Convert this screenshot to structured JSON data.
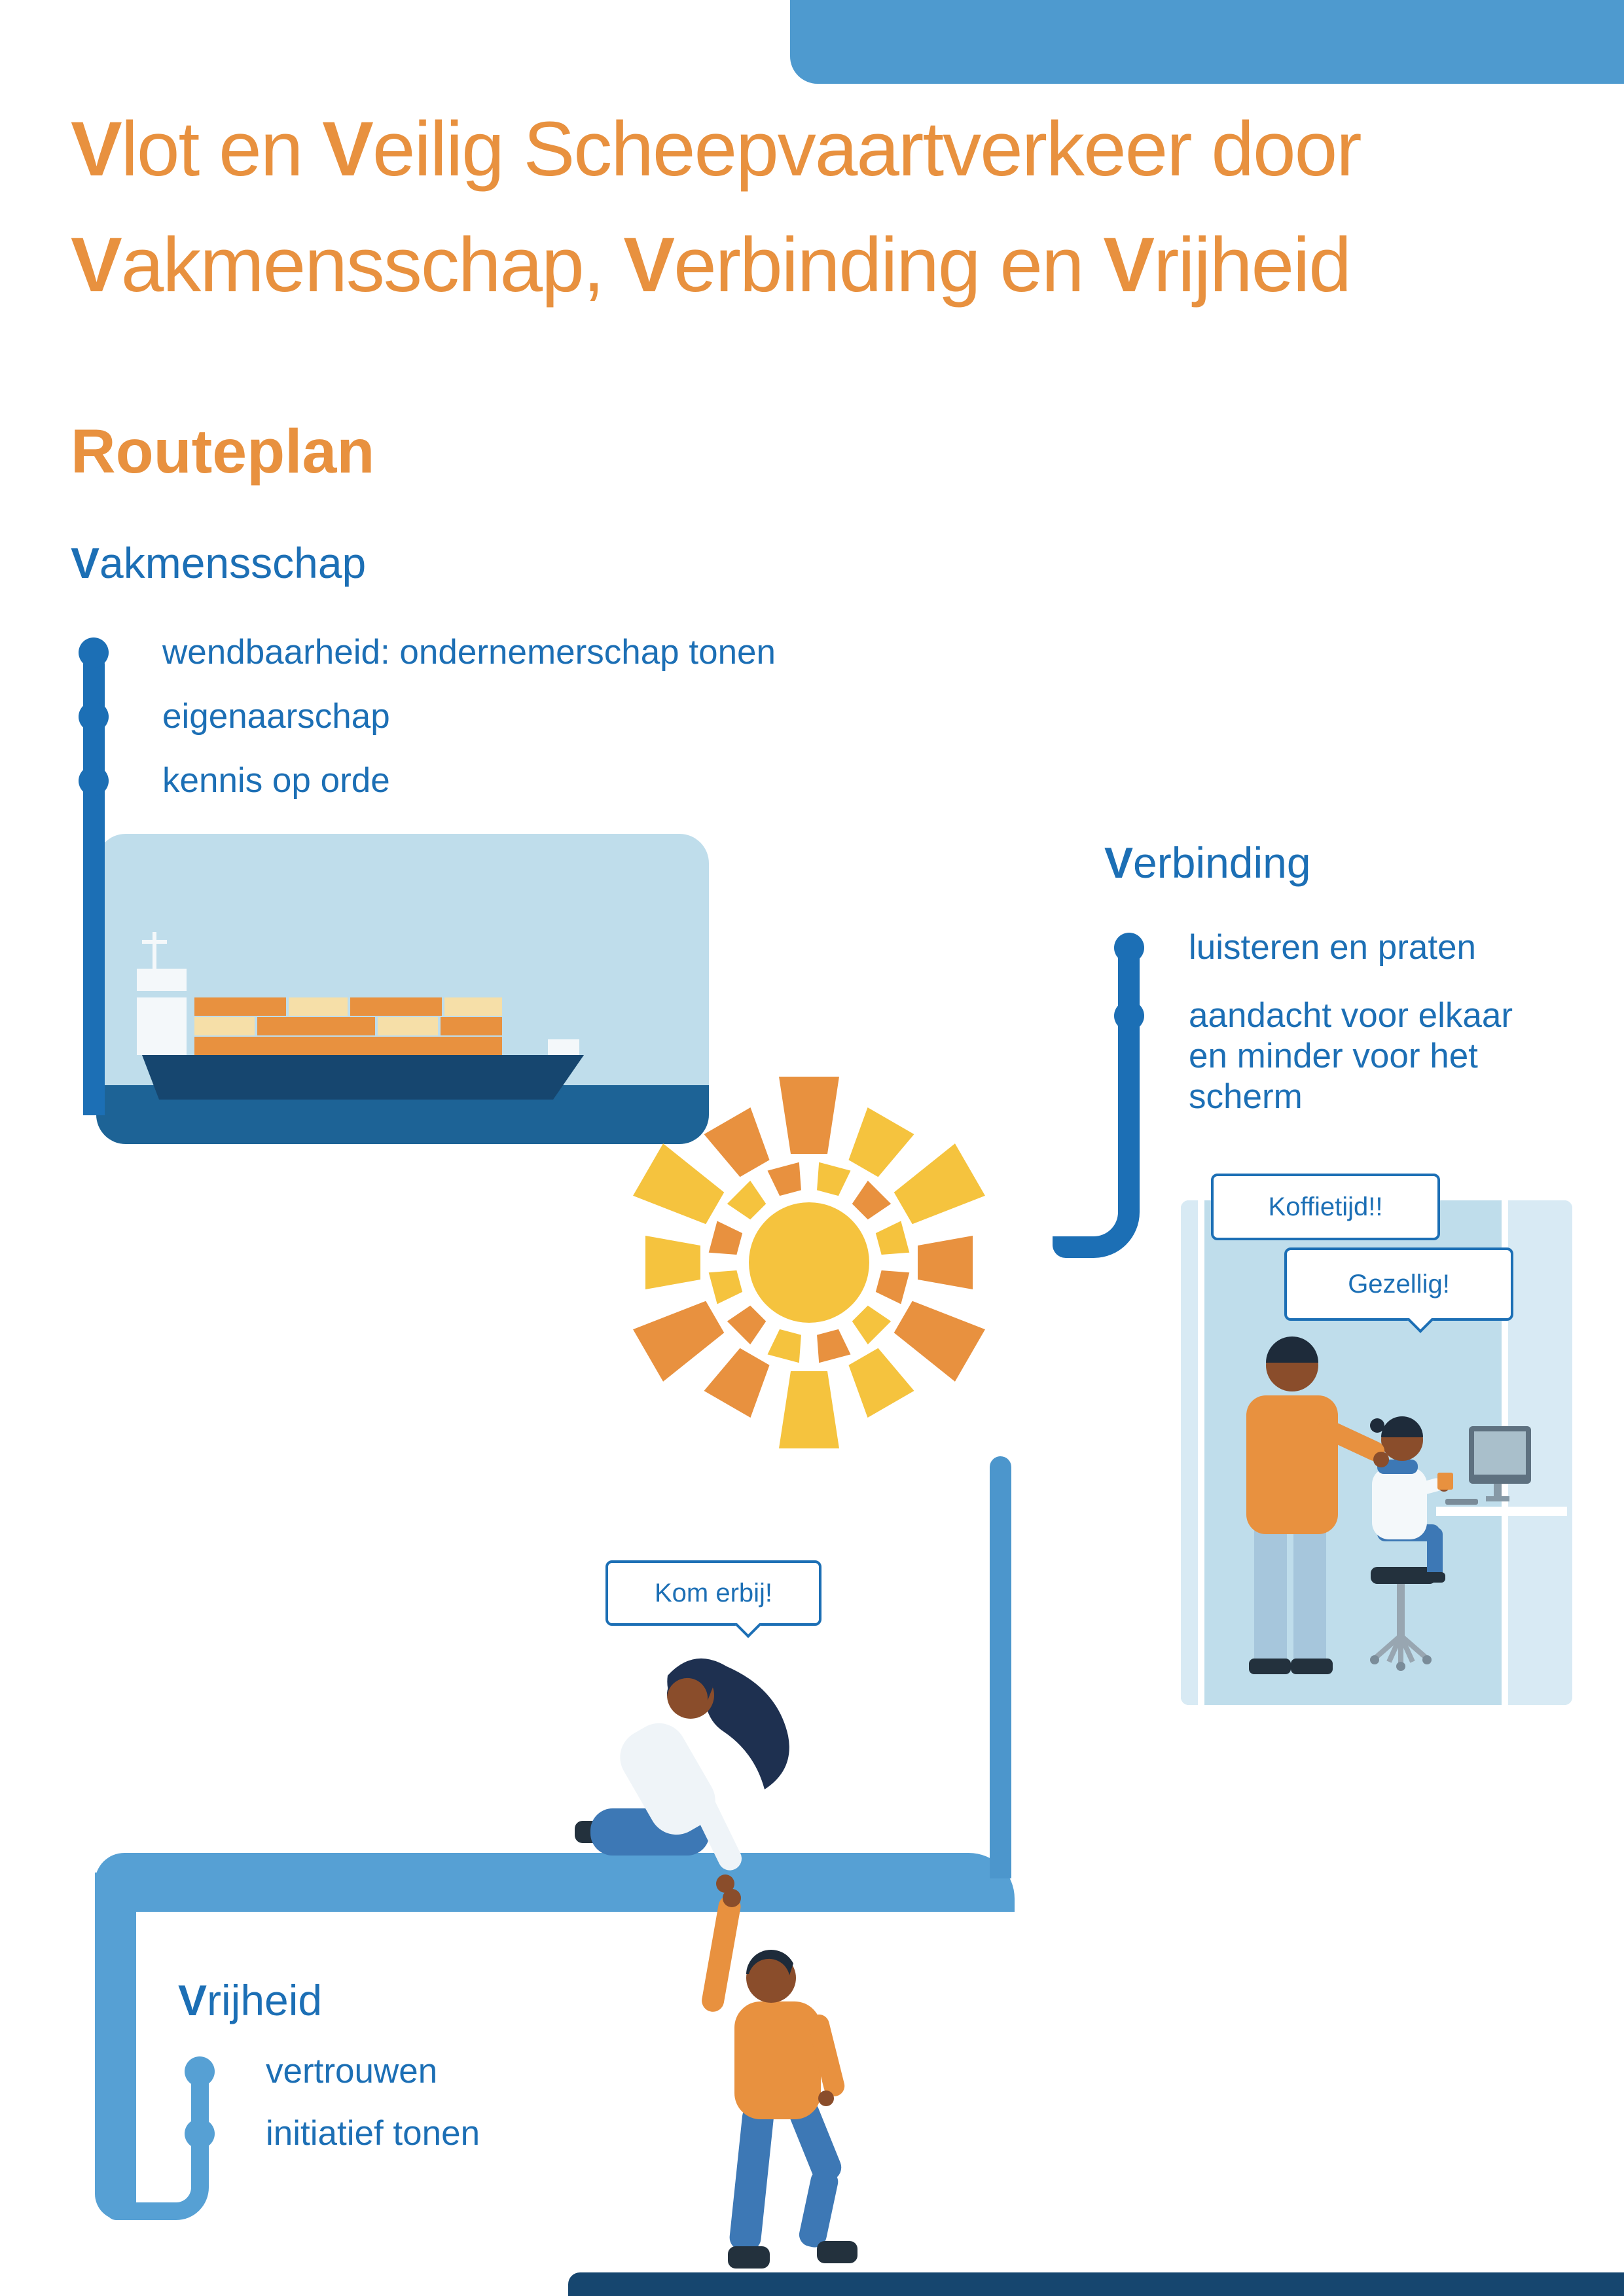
{
  "header": {
    "title_line1": [
      "V",
      "lot en ",
      "V",
      "eilig Scheepvaartverkeer door"
    ],
    "title_line2": [
      "V",
      "akmensschap, ",
      "V",
      "erbinding en ",
      "V",
      "rijheid"
    ],
    "subtitle": "Routeplan"
  },
  "sections": {
    "vakmensschap": {
      "initial": "V",
      "rest": "akmensschap",
      "items": [
        "wendbaarheid: ondernemerschap tonen",
        "eigenaarschap",
        "kennis op orde"
      ]
    },
    "verbinding": {
      "initial": "V",
      "rest": "erbinding",
      "items": [
        "luisteren en praten",
        "aandacht voor elkaar en minder voor het scherm"
      ]
    },
    "vrijheid": {
      "initial": "V",
      "rest": "rijheid",
      "items": [
        "vertrouwen",
        "initiatief tonen"
      ]
    }
  },
  "speech_bubbles": {
    "koffietijd": "Koffietijd!!",
    "gezellig": "Gezellig!",
    "kom_erbij": "Kom erbij!"
  },
  "illustrations": {
    "ship": "container-ship",
    "sun": "sun-with-rays",
    "coffee_scene": "colleagues-coffee-break",
    "climb_scene": "person-helping-colleague-climb"
  },
  "colors": {
    "title_orange": "#E8913F",
    "sun_yellow": "#F5C33E",
    "heading_blue": "#1C6FB5",
    "route_light_blue": "#56A0D4",
    "panel_light_blue": "#BFDDEB",
    "sea_blue": "#1D6396",
    "navy": "#16466F"
  }
}
